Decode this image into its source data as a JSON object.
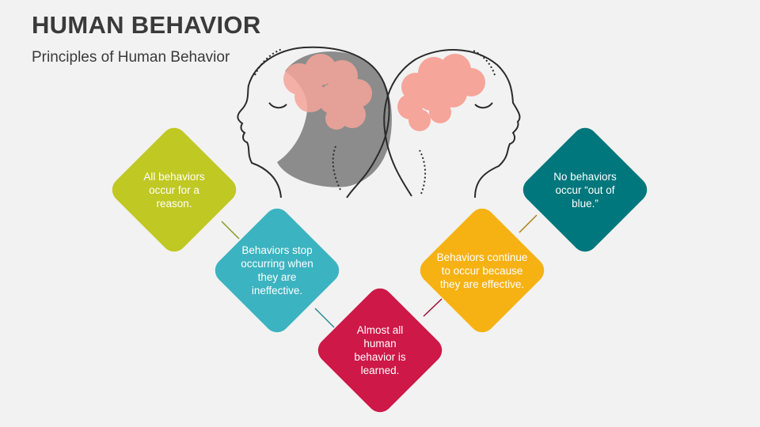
{
  "header": {
    "title": "HUMAN BEHAVIOR",
    "subtitle": "Principles of Human Behavior"
  },
  "colors": {
    "green": "#c0c823",
    "teal_light": "#3cb3c0",
    "crimson": "#cd1848",
    "amber": "#f6b213",
    "teal_dark": "#00777c",
    "connector": "#555555",
    "brain": "#f5a59a",
    "hair": "#8c8c8c"
  },
  "principles": [
    {
      "label": "All behaviors occur for a reason."
    },
    {
      "label": "Behaviors stop occurring when they are ineffective."
    },
    {
      "label": "Almost all human behavior is learned."
    },
    {
      "label": "Behaviors continue to occur because they are effective."
    },
    {
      "label": "No behaviors occur “out of blue.”"
    }
  ]
}
